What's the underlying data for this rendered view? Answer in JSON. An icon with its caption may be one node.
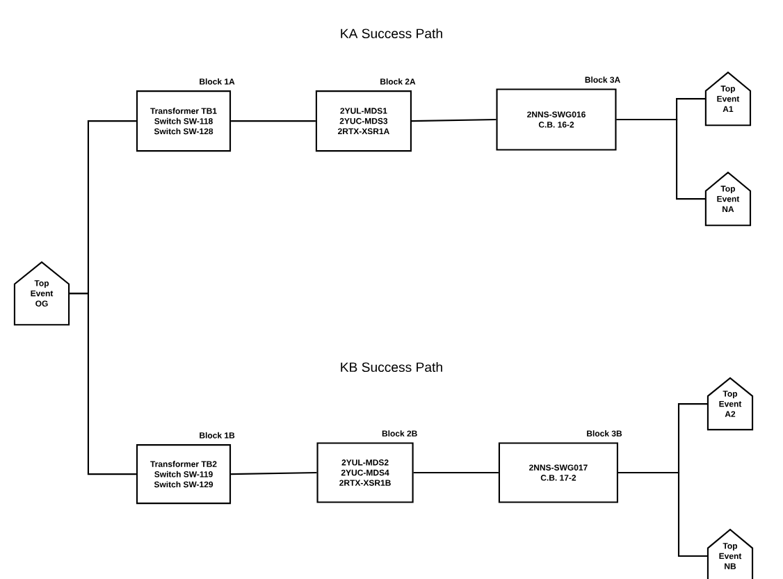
{
  "diagram": {
    "nodes": [
      {
        "text": [
          "Top Event OG"
        ]
      },
      {
        "text": [
          "Transformer TB1",
          "Switch SW-118",
          "Switch SW-128"
        ],
        "beside": [
          "Block 1A"
        ]
      },
      {
        "text": [
          "2YUL-MDS1",
          "2YUC-MDS3",
          "2RTX-XSR1A"
        ],
        "beside": [
          "Block 2A"
        ]
      },
      {
        "text": [
          "2NNS-SWG016",
          "C.B. 16-2"
        ],
        "beside": [
          "Block 3A"
        ]
      },
      {
        "text": [
          "Top Event A1"
        ]
      },
      {
        "text": [
          "Top Event NA"
        ]
      },
      {
        "text": [
          "Transformer TB2",
          "Switch SW-119",
          "Switch SW-129"
        ],
        "beside": [
          "Block 1B"
        ]
      },
      {
        "text": [
          "2YUL-MDS2",
          "2YUC-MDS4",
          "2RTX-XSR1B"
        ],
        "beside": [
          "Block 2B"
        ]
      },
      {
        "text": [
          "2NNS-SWG017",
          "C.B. 17-2"
        ],
        "beside": [
          "Block 3B"
        ]
      },
      {
        "text": [
          "Top Event A2"
        ]
      },
      {
        "text": [
          "Top Event NB"
        ]
      }
    ],
    "edges": [
      {
        "from": 0,
        "to": 1,
        "arrow": "none"
      },
      {
        "from": 0,
        "to": 6,
        "arrow": "none"
      },
      {
        "from": 1,
        "to": 2,
        "arrow": "none"
      },
      {
        "from": 2,
        "to": 3,
        "arrow": "none"
      },
      {
        "from": 3,
        "to": 4,
        "arrow": "none"
      },
      {
        "from": 3,
        "to": 5,
        "arrow": "none"
      },
      {
        "from": 6,
        "to": 7,
        "arrow": "none"
      },
      {
        "from": 7,
        "to": 8,
        "arrow": "none"
      },
      {
        "from": 8,
        "to": 9,
        "arrow": "none"
      },
      {
        "from": 8,
        "to": 10,
        "arrow": "none"
      }
    ],
    "labels": [
      "KA Success Path",
      "KB Success Path"
    ]
  }
}
